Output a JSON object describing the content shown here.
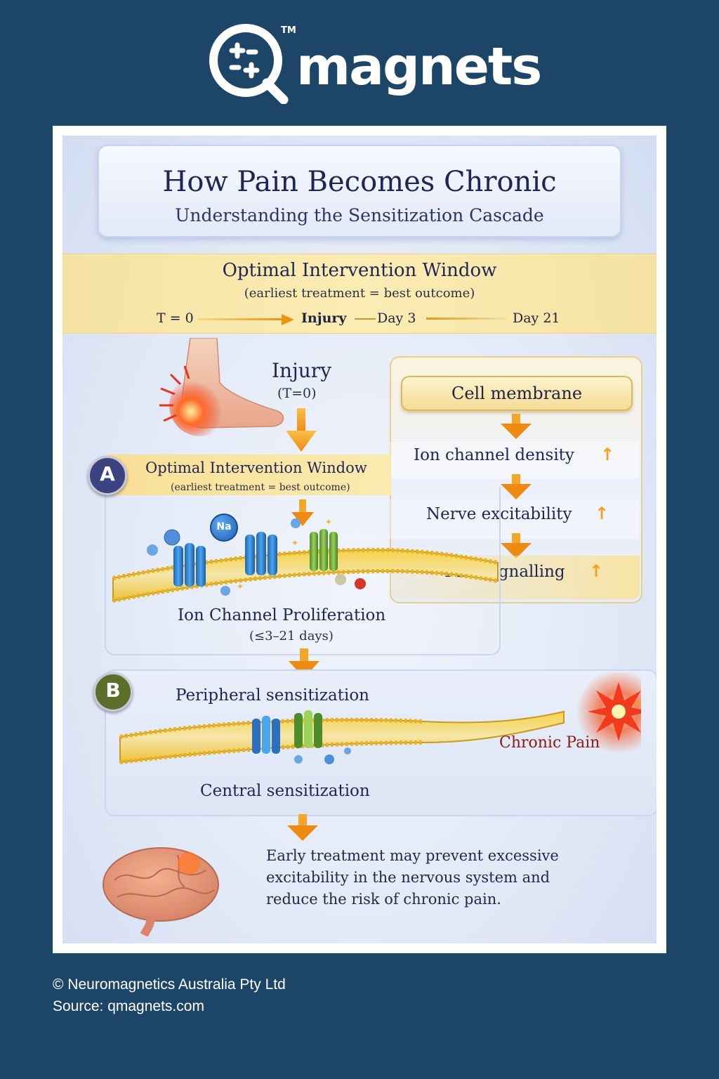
{
  "logo": {
    "word": "magnets",
    "tm": "TM"
  },
  "header": {
    "title": "How Pain Becomes Chronic",
    "subtitle": "Understanding the Sensitization Cascade"
  },
  "window_band": {
    "title": "Optimal Intervention Window",
    "subtitle": "(earliest treatment = best outcome)",
    "timeline": {
      "t0": "T = 0",
      "injury": "Injury",
      "day3": "Day 3",
      "day21": "Day 21"
    }
  },
  "injury": {
    "label": "Injury",
    "sub": "(T=0)"
  },
  "stage_a": {
    "badge": "A",
    "title": "Optimal Intervention Window",
    "sub": "(earliest treatment = best outcome)",
    "ion_label": "Na",
    "proliferation": "Ion Channel Proliferation",
    "days": "(≤3–21 days)"
  },
  "cascade": {
    "header": "Cell membrane",
    "items": [
      "Ion channel density",
      "Nerve excitability",
      "Pain signalling"
    ],
    "up_symbol": "↑"
  },
  "stage_b": {
    "badge": "B",
    "peripheral": "Peripheral sensitization",
    "chronic": "Chronic Pain",
    "central": "Central sensitization"
  },
  "conclusion": {
    "lines": [
      "Early treatment may prevent excessive",
      "excitability in the nervous system and",
      "reduce the risk of chronic pain."
    ]
  },
  "footer": {
    "copyright": "© Neuromagnetics Australia Pty Ltd",
    "source": "Source: qmagnets.com"
  },
  "colors": {
    "background": "#1c4568",
    "navy_text": "#1f2654",
    "accent_orange": "#f0a21c",
    "chronic_red": "#8e1a14",
    "badge_a": "#3b4380",
    "badge_b": "#5d6e2c"
  }
}
